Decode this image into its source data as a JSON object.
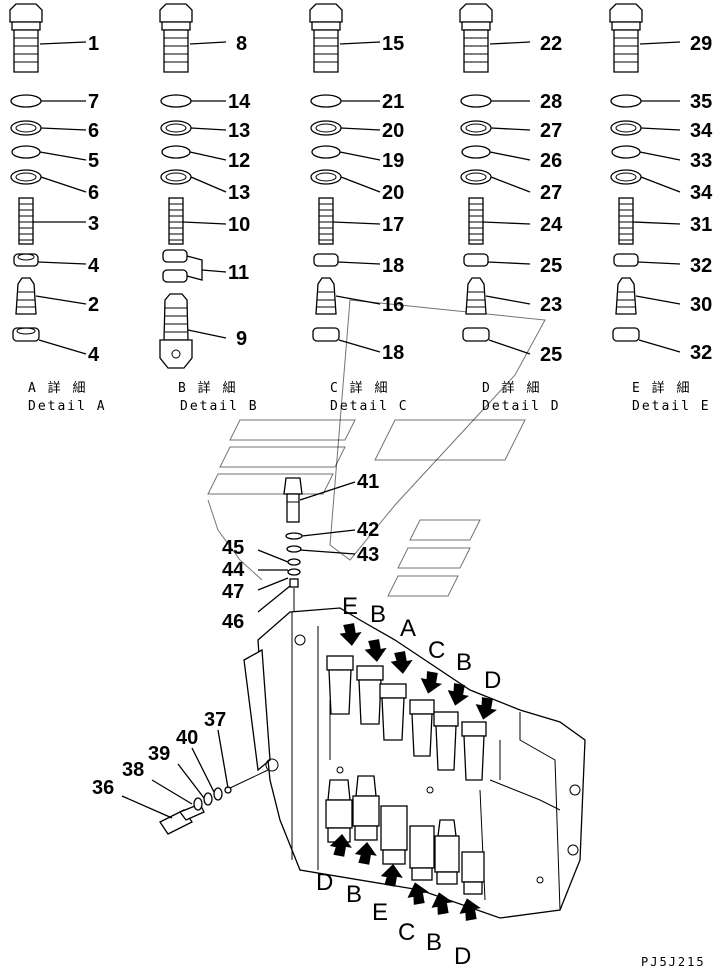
{
  "details": [
    {
      "id": "A",
      "caption_jp": "A 詳 細",
      "caption_en": "Detail A",
      "parts": [
        "1",
        "7",
        "6",
        "5",
        "6",
        "3",
        "4",
        "2",
        "4"
      ]
    },
    {
      "id": "B",
      "caption_jp": "B 詳 細",
      "caption_en": "Detail B",
      "parts": [
        "8",
        "14",
        "13",
        "12",
        "13",
        "10",
        "11",
        "9"
      ]
    },
    {
      "id": "C",
      "caption_jp": "C 詳 細",
      "caption_en": "Detail C",
      "parts": [
        "15",
        "21",
        "20",
        "19",
        "20",
        "17",
        "18",
        "16",
        "18"
      ]
    },
    {
      "id": "D",
      "caption_jp": "D 詳 細",
      "caption_en": "Detail D",
      "parts": [
        "22",
        "28",
        "27",
        "26",
        "27",
        "24",
        "25",
        "23",
        "25"
      ]
    },
    {
      "id": "E",
      "caption_jp": "E 詳 細",
      "caption_en": "Detail E",
      "parts": [
        "29",
        "35",
        "34",
        "33",
        "34",
        "31",
        "32",
        "30",
        "32"
      ]
    }
  ],
  "main_parts": {
    "p41": "41",
    "p42": "42",
    "p43": "43",
    "p45": "45",
    "p44": "44",
    "p47": "47",
    "p46": "46",
    "p37": "37",
    "p40": "40",
    "p39": "39",
    "p38": "38",
    "p36": "36"
  },
  "arrows_top": [
    "E",
    "B",
    "A",
    "C",
    "B",
    "D"
  ],
  "arrows_bottom": [
    "D",
    "B",
    "E",
    "C",
    "B",
    "D"
  ],
  "drawing_code": "PJ5J215"
}
